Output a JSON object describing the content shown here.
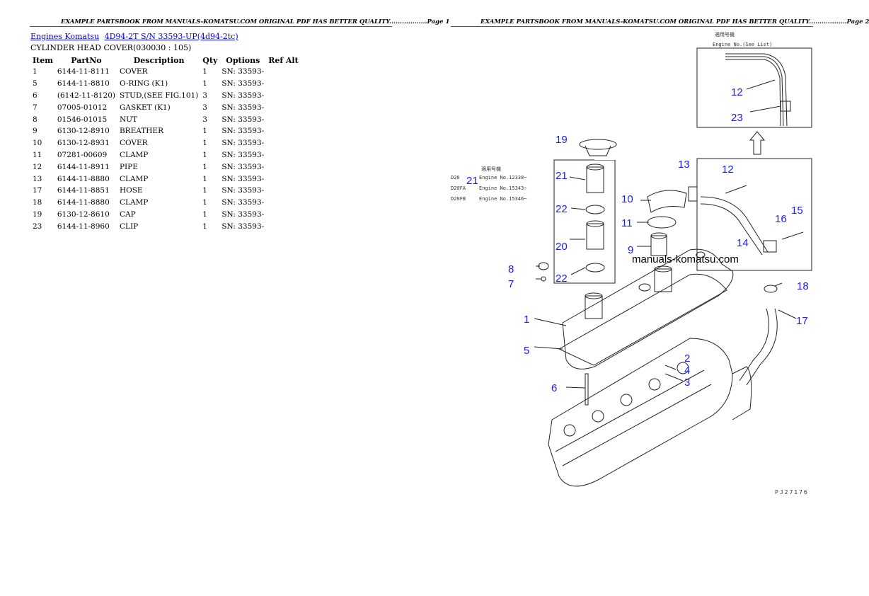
{
  "page1": {
    "header": "EXAMPLE PARTSBOOK FROM MANUALS-KOMATSU.COM ORIGINAL PDF HAS BETTER QUALITY..................Page 1",
    "breadcrumb": {
      "link1": "Engines Komatsu",
      "link2": "4D94-2T S/N 33593-UP(4d94-2tc)"
    },
    "subtitle": "CYLINDER HEAD COVER(030030 : 105)",
    "columns": {
      "item": "Item",
      "partno": "PartNo",
      "description": "Description",
      "qty": "Qty",
      "options": "Options",
      "refalt": "Ref Alt"
    },
    "rows": [
      {
        "item": "1",
        "partno": "6144-11-8111",
        "description": "COVER",
        "qty": "1",
        "options": "SN: 33593-",
        "refalt": ""
      },
      {
        "item": "5",
        "partno": "6144-11-8810",
        "description": "O-RING (K1)",
        "qty": "1",
        "options": "SN: 33593-",
        "refalt": ""
      },
      {
        "item": "6",
        "partno": "(6142-11-8120)",
        "description": "STUD,(SEE FIG.101)",
        "qty": "3",
        "options": "SN: 33593-",
        "refalt": ""
      },
      {
        "item": "7",
        "partno": "07005-01012",
        "description": "GASKET (K1)",
        "qty": "3",
        "options": "SN: 33593-",
        "refalt": ""
      },
      {
        "item": "8",
        "partno": "01546-01015",
        "description": "NUT",
        "qty": "3",
        "options": "SN: 33593-",
        "refalt": ""
      },
      {
        "item": "9",
        "partno": "6130-12-8910",
        "description": "BREATHER",
        "qty": "1",
        "options": "SN: 33593-",
        "refalt": ""
      },
      {
        "item": "10",
        "partno": "6130-12-8931",
        "description": "COVER",
        "qty": "1",
        "options": "SN: 33593-",
        "refalt": ""
      },
      {
        "item": "11",
        "partno": "07281-00609",
        "description": "CLAMP",
        "qty": "1",
        "options": "SN: 33593-",
        "refalt": ""
      },
      {
        "item": "12",
        "partno": "6144-11-8911",
        "description": "PIPE",
        "qty": "1",
        "options": "SN: 33593-",
        "refalt": ""
      },
      {
        "item": "13",
        "partno": "6144-11-8880",
        "description": "CLAMP",
        "qty": "1",
        "options": "SN: 33593-",
        "refalt": ""
      },
      {
        "item": "17",
        "partno": "6144-11-8851",
        "description": "HOSE",
        "qty": "1",
        "options": "SN: 33593-",
        "refalt": ""
      },
      {
        "item": "18",
        "partno": "6144-11-8880",
        "description": "CLAMP",
        "qty": "1",
        "options": "SN: 33593-",
        "refalt": ""
      },
      {
        "item": "19",
        "partno": "6130-12-8610",
        "description": "CAP",
        "qty": "1",
        "options": "SN: 33593-",
        "refalt": ""
      },
      {
        "item": "23",
        "partno": "6144-11-8960",
        "description": "CLIP",
        "qty": "1",
        "options": "SN: 33593-",
        "refalt": ""
      }
    ]
  },
  "page2": {
    "header": "EXAMPLE PARTSBOOK FROM MANUALS-KOMATSU.COM ORIGINAL PDF HAS BETTER QUALITY..................Page 2",
    "diagram": {
      "watermark": "manuals-komatsu.com",
      "figure_code": "PJ27176",
      "top_box_title_jp": "適用号機",
      "top_box_title": "Engine No.(See List)",
      "mid_box_title_jp": "適用号機",
      "serial_rows": [
        {
          "code": "D20",
          "text": "Engine No.12338~"
        },
        {
          "code": "D20FA",
          "text": "Engine No.15343~"
        },
        {
          "code": "D20FB",
          "text": "Engine No.15346~"
        }
      ],
      "callouts": {
        "c1": "1",
        "c2": "2",
        "c3": "3",
        "c4": "4",
        "c5": "5",
        "c6": "6",
        "c7": "7",
        "c8": "8",
        "c9": "9",
        "c10": "10",
        "c11": "11",
        "c12a": "12",
        "c12b": "12",
        "c13": "13",
        "c14": "14",
        "c15": "15",
        "c16": "16",
        "c17": "17",
        "c18": "18",
        "c19": "19",
        "c20": "20",
        "c21a": "21",
        "c21b": "21",
        "c22a": "22",
        "c22b": "22",
        "c23": "23"
      }
    }
  }
}
